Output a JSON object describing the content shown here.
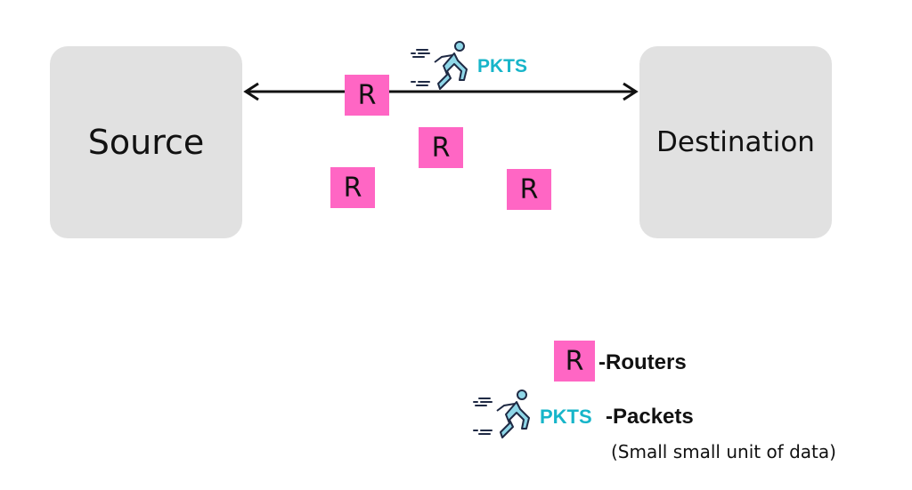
{
  "diagram": {
    "source_label": "Source",
    "destination_label": "Destination",
    "router_letter": "R",
    "packet_label": "PKTS"
  },
  "legend": {
    "router_letter": "R",
    "router_label": "-Routers",
    "packet_icon_label": "PKTS",
    "packet_label": "-Packets",
    "packet_note": "(Small small unit of data)"
  },
  "colors": {
    "router_fill": "#ff66c4",
    "node_fill": "#e1e1e1",
    "packet_text": "#17b5c9"
  }
}
